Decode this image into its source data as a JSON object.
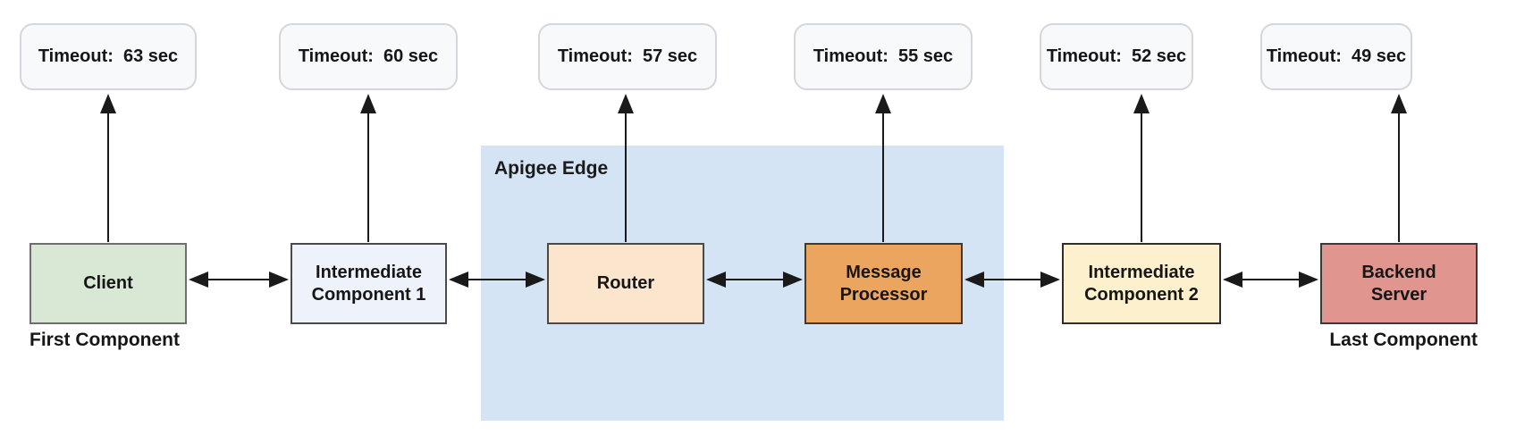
{
  "colors": {
    "apigee_fill": "#d4e4f4",
    "bubble_fill": "#f8f9fa",
    "bubble_border": "#d3d7dc",
    "arrow": "#1a1a1a"
  },
  "apigee_group": {
    "label": "Apigee Edge"
  },
  "timeouts": [
    {
      "text": "Timeout:  63 sec",
      "seconds": 63
    },
    {
      "text": "Timeout:  60 sec",
      "seconds": 60
    },
    {
      "text": "Timeout:  57 sec",
      "seconds": 57
    },
    {
      "text": "Timeout:  55 sec",
      "seconds": 55
    },
    {
      "text": "Timeout:  52 sec",
      "seconds": 52
    },
    {
      "text": "Timeout:  49 sec",
      "seconds": 49
    }
  ],
  "components": [
    {
      "id": "client",
      "label": "Client",
      "fill": "#d9e8d4",
      "caption": "First Component",
      "inside_apigee": false
    },
    {
      "id": "intermediate-component-1",
      "label": "Intermediate Component 1",
      "fill": "#eef3fb",
      "inside_apigee": false
    },
    {
      "id": "router",
      "label": "Router",
      "fill": "#fce5cd",
      "inside_apigee": true
    },
    {
      "id": "message-processor",
      "label": "Message Processor",
      "fill": "#eba55f",
      "inside_apigee": true
    },
    {
      "id": "intermediate-component-2",
      "label": "Intermediate Component 2",
      "fill": "#fdf1cd",
      "inside_apigee": false
    },
    {
      "id": "backend-server",
      "label": "Backend Server",
      "fill": "#e0968e",
      "caption": "Last Component",
      "inside_apigee": false
    }
  ]
}
